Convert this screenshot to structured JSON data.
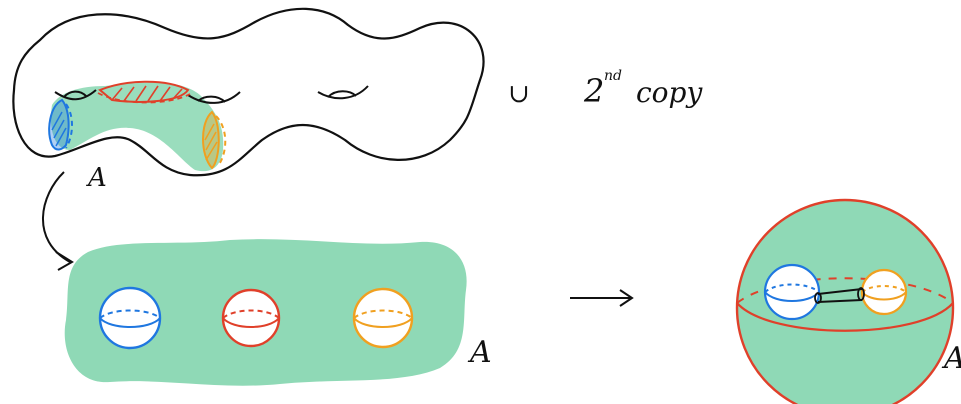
{
  "labels": {
    "union_symbol": "∪",
    "second_copy": "2nd copy",
    "second_copy_base": "2",
    "second_copy_sup": "nd",
    "second_copy_word": "copy",
    "region_label_top": "A",
    "region_label_strip": "A",
    "region_label_sphere": "A"
  },
  "colors": {
    "ink": "#111111",
    "region_fill": "#8fd9b6",
    "blue": "#1f77e0",
    "red": "#e0402a",
    "orange": "#f0a020"
  }
}
